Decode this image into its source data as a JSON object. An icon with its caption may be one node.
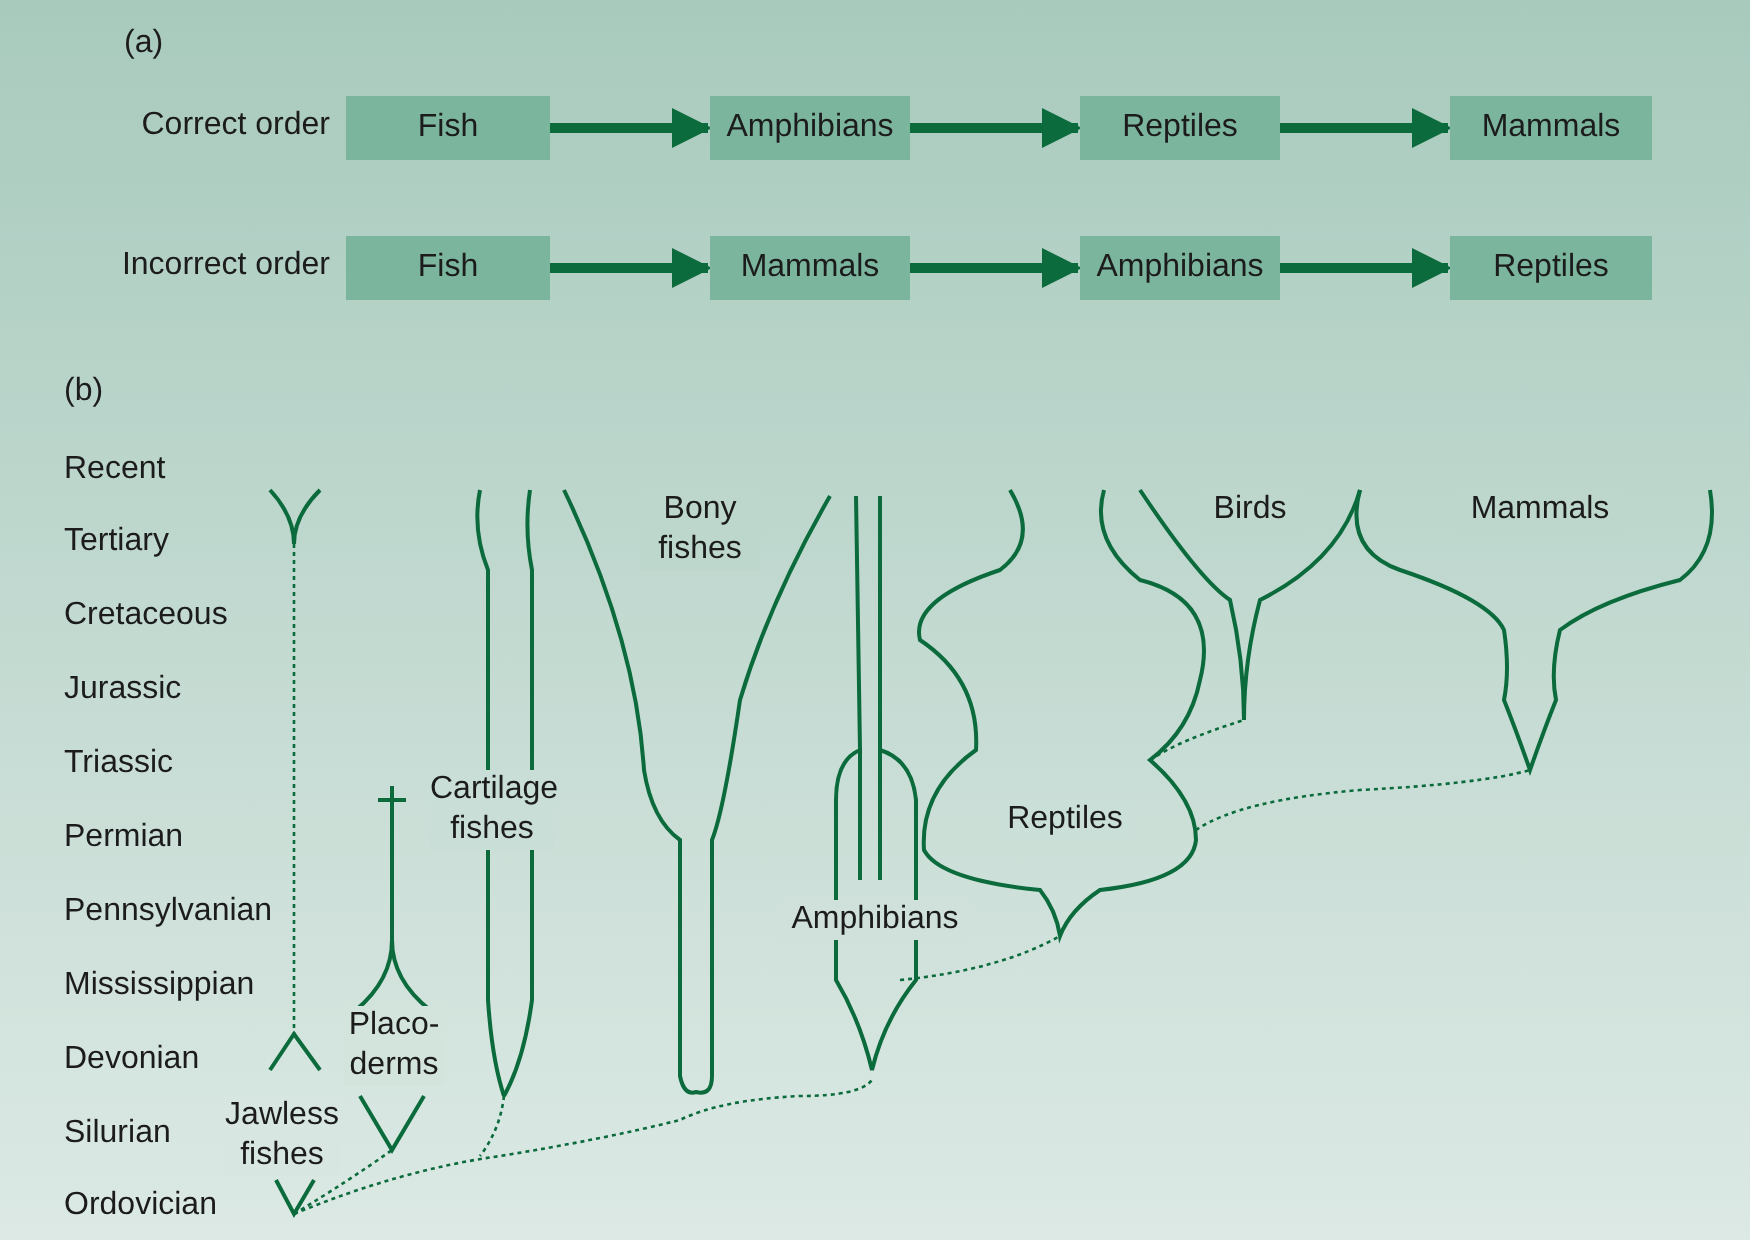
{
  "diagram": {
    "nodes": [
      {
        "text": [
          "Fish"
        ]
      },
      {
        "text": [
          "Amphibians"
        ]
      },
      {
        "text": [
          "Reptiles"
        ]
      },
      {
        "text": [
          "Mammals"
        ]
      },
      {
        "text": [
          "Fish"
        ]
      },
      {
        "text": [
          "Mammals"
        ]
      },
      {
        "text": [
          "Amphibians"
        ]
      },
      {
        "text": [
          "Reptiles"
        ]
      }
    ],
    "edges": [
      {
        "from": 0,
        "to": 1,
        "arrow": "to"
      },
      {
        "from": 1,
        "to": 2,
        "arrow": "to"
      },
      {
        "from": 2,
        "to": 3,
        "arrow": "to"
      },
      {
        "from": 4,
        "to": 5,
        "arrow": "to"
      },
      {
        "from": 5,
        "to": 6,
        "arrow": "to"
      },
      {
        "from": 6,
        "to": 7,
        "arrow": "to"
      }
    ],
    "labels": [
      "(a)",
      "Correct order",
      "Incorrect order",
      "(b)",
      "Recent",
      "Tertiary",
      "Cretaceous",
      "Jurassic",
      "Triassic",
      "Permian",
      "Pennsylvanian",
      "Mississippian",
      "Devonian",
      "Silurian",
      "Ordovician",
      "Bony fishes",
      "Birds",
      "Mammals",
      "Cartilage fishes",
      "Reptiles",
      "Amphibians",
      "Placo-derms",
      "Jawless fishes"
    ]
  }
}
